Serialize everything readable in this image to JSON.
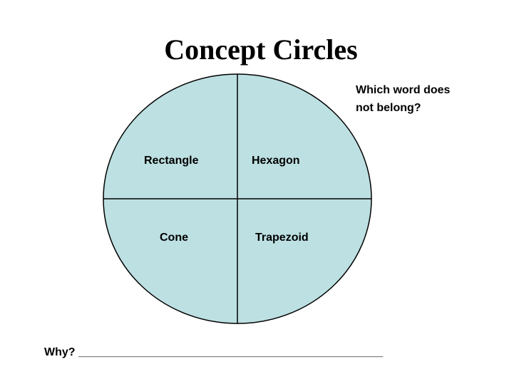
{
  "slide": {
    "title": "Concept Circles",
    "question_line1": "Which word does",
    "question_line2": "not belong?",
    "why_text": "Why? ________________________________________________",
    "circle_fill": "#bde0e2",
    "line_color": "#000000"
  },
  "concept_circle": {
    "quadrants": [
      {
        "position": "top-left",
        "word": "Rectangle"
      },
      {
        "position": "top-right",
        "word": "Hexagon"
      },
      {
        "position": "bottom-left",
        "word": "Cone"
      },
      {
        "position": "bottom-right",
        "word": "Trapezoid"
      }
    ]
  }
}
